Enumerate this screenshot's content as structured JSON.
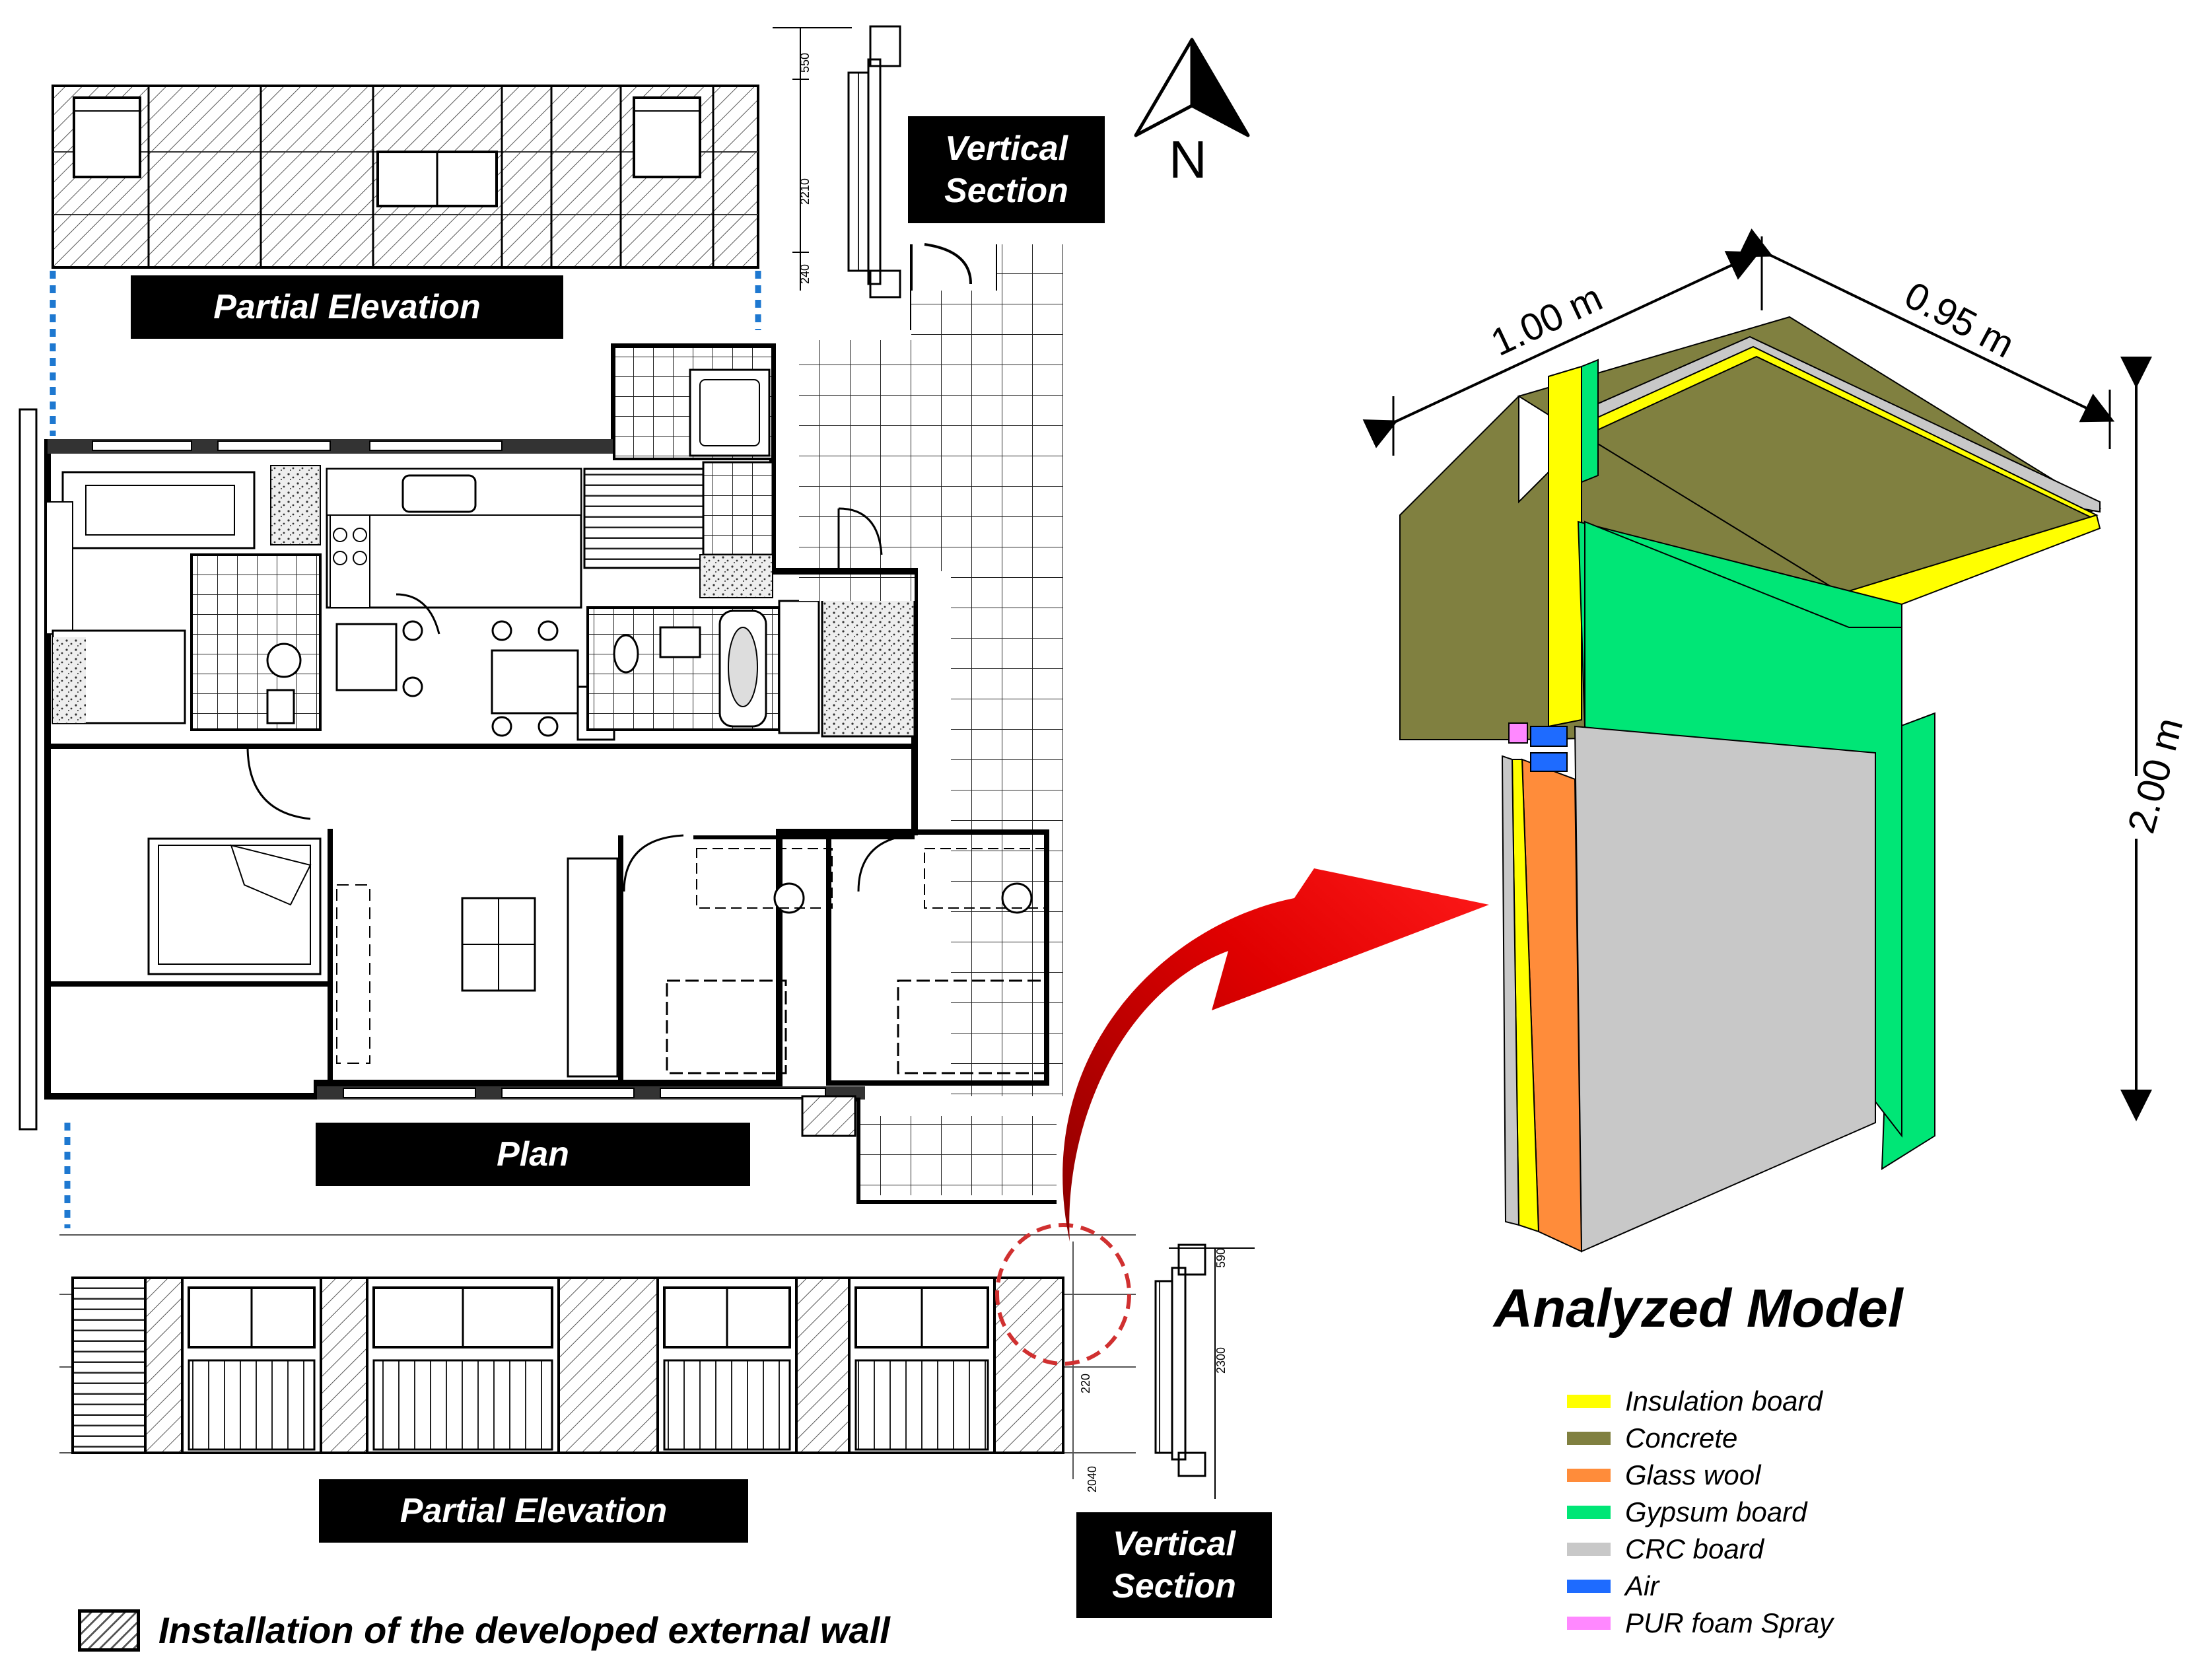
{
  "labels": {
    "partial_elevation_top": "Partial  Elevation",
    "partial_elevation_bottom": "Partial  Elevation",
    "vertical_section_top": [
      "Vertical",
      "Section"
    ],
    "vertical_section_bottom": [
      "Vertical",
      "Section"
    ],
    "plan": "Plan",
    "north": "N",
    "install_note": "Installation of the developed external wall"
  },
  "model": {
    "title": "Analyzed Model",
    "dimensions": {
      "width": "1.00 m",
      "depth": "0.95 m",
      "height": "2.00 m"
    }
  },
  "section_dims_top": [
    "550",
    "2210",
    "240"
  ],
  "section_dims_bottom": [
    "590",
    "2300",
    "2040"
  ],
  "elevation_dim_bottom": "220",
  "legend": [
    {
      "label": "Insulation board",
      "color": "#ffff00"
    },
    {
      "label": "Concrete",
      "color": "#808040"
    },
    {
      "label": "Glass wool",
      "color": "#ff8c3a"
    },
    {
      "label": "Gypsum board",
      "color": "#00e676"
    },
    {
      "label": "CRC board",
      "color": "#c8c8c8"
    },
    {
      "label": "Air",
      "color": "#1e6bff"
    },
    {
      "label": "PUR foam Spray",
      "color": "#ff88ff"
    }
  ],
  "colors": {
    "callout_arrow": "#dd0000",
    "callout_circle": "#d03030",
    "guide_dashes": "#1e78d0"
  }
}
